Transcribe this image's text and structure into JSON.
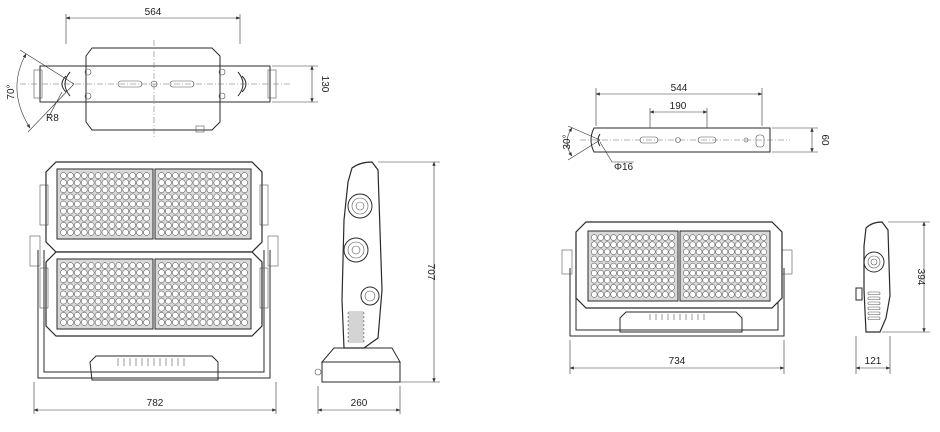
{
  "dimensions": {
    "top_bracket_width": "564",
    "top_bracket_angle": "70°",
    "top_bracket_radius": "R8",
    "top_bracket_height": "130",
    "front_large_width": "782",
    "side_large_depth": "260",
    "side_large_height": "707",
    "right_bracket_width": "544",
    "right_bracket_hole_spacing": "190",
    "right_bracket_height": "60",
    "right_bracket_angle": "30°",
    "right_bracket_hole_dia": "Φ16",
    "front_small_width": "734",
    "side_small_depth": "121",
    "side_small_height": "394"
  },
  "colors": {
    "line": "#2a2a2a",
    "panel_fill": "#d9d9d9",
    "background": "#ffffff"
  }
}
